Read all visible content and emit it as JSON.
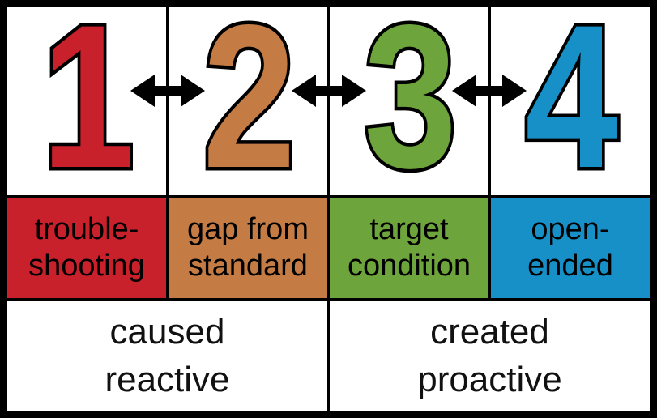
{
  "palette": {
    "red": "#C9212B",
    "orange": "#C57C44",
    "green": "#6DA43C",
    "blue": "#1690C7",
    "line": "#000000",
    "arrow": "#000000",
    "cell_text": "#000000",
    "background": "#FFFFFF"
  },
  "types": [
    {
      "number": "1",
      "label_line1": "trouble-",
      "label_line2": "shooting",
      "color": "#C9212B"
    },
    {
      "number": "2",
      "label_line1": "gap from",
      "label_line2": "standard",
      "color": "#C57C44"
    },
    {
      "number": "3",
      "label_line1": "target",
      "label_line2": "condition",
      "color": "#6DA43C"
    },
    {
      "number": "4",
      "label_line1": "open-",
      "label_line2": "ended",
      "color": "#1690C7"
    }
  ],
  "groups": [
    {
      "line1": "caused",
      "line2": "reactive"
    },
    {
      "line1": "created",
      "line2": "proactive"
    }
  ],
  "arrows": {
    "glyph": "double-headed-arrow",
    "count": 3,
    "color": "#000000"
  }
}
